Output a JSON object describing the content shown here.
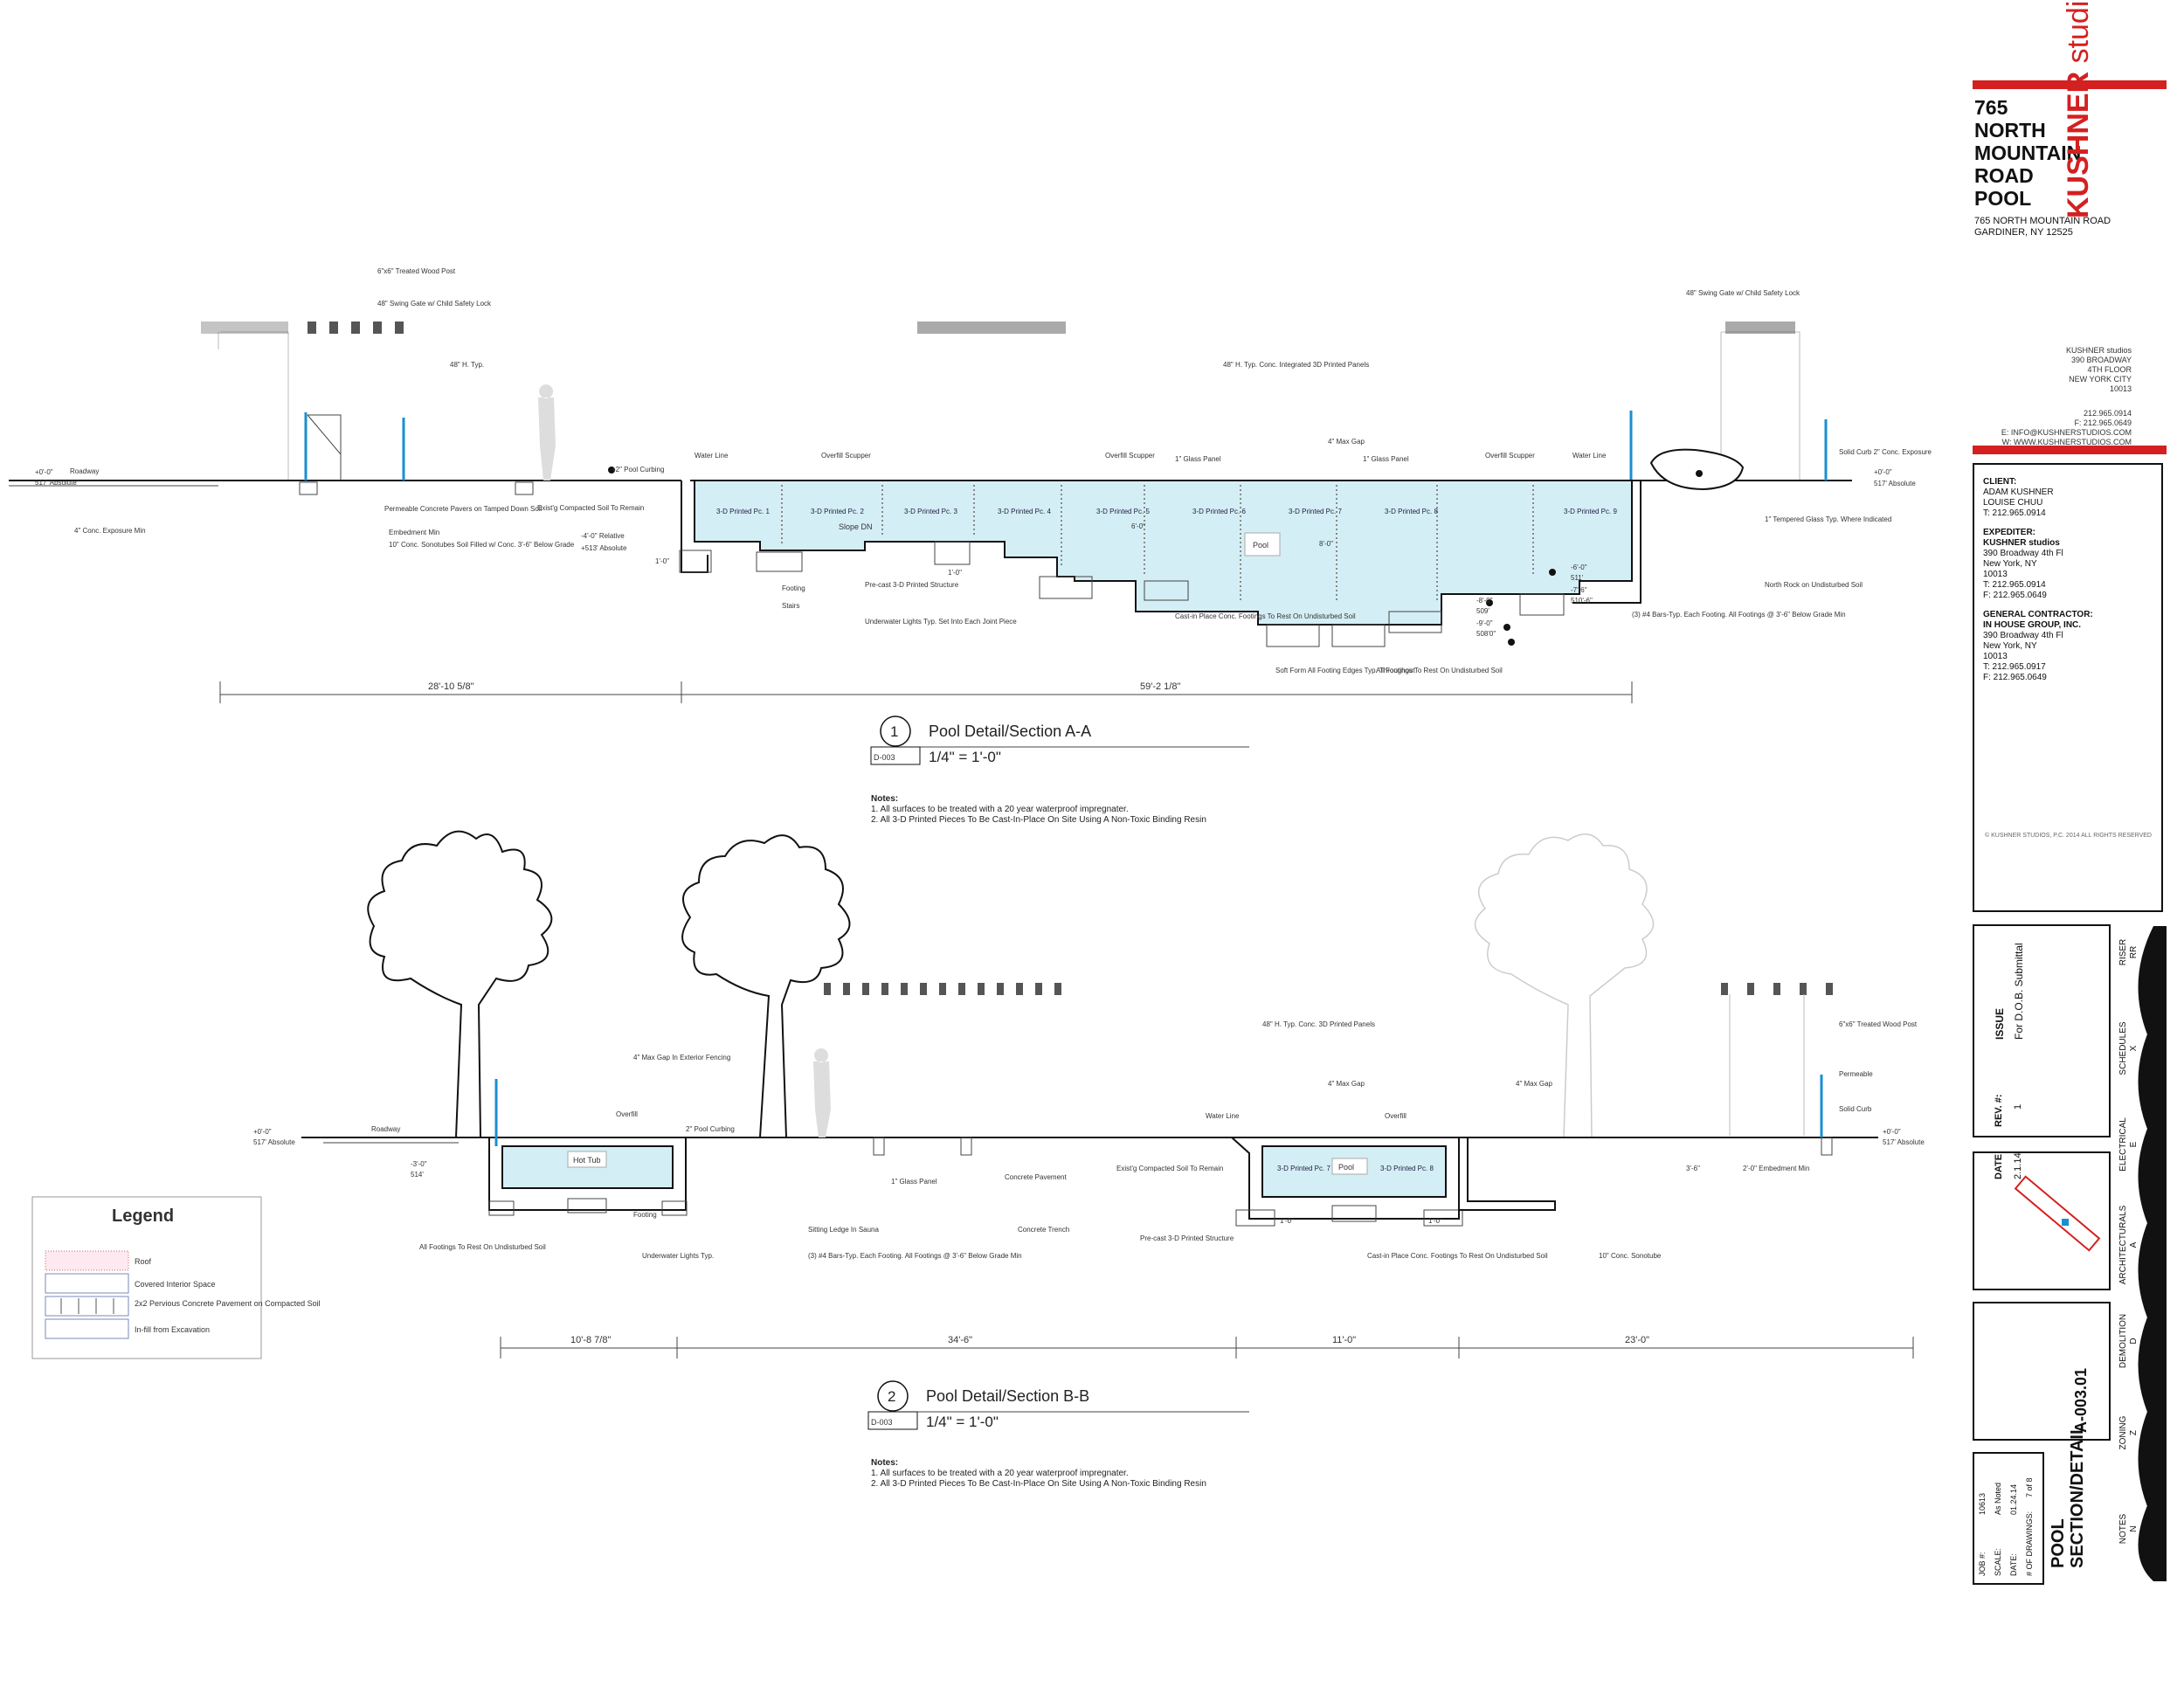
{
  "project": {
    "title_lines": [
      "765",
      "NORTH",
      "MOUNTAIN",
      "ROAD",
      "POOL"
    ],
    "address_line1": "765 NORTH MOUNTAIN ROAD",
    "address_line2": "GARDINER, NY 12525"
  },
  "brand": {
    "name_bold": "KUSHNER",
    "name_light": "studios",
    "color": "#d42020"
  },
  "firm": {
    "lines": [
      "KUSHNER studios",
      "390 BROADWAY",
      "4TH FLOOR",
      "NEW YORK CITY",
      "10013"
    ],
    "phone": "212.965.0914",
    "fax": "F: 212.965.0649",
    "email": "E: INFO@KUSHNERSTUDIOS.COM",
    "web": "W: WWW.KUSHNERSTUDIOS.COM"
  },
  "info": {
    "client_label": "CLIENT:",
    "client_lines": [
      "ADAM KUSHNER",
      "LOUISE CHUU",
      "T: 212.965.0914"
    ],
    "expediter_label": "EXPEDITER:",
    "expediter_lines": [
      "KUSHNER studios",
      "390 Broadway 4th Fl",
      "New York, NY",
      "10013",
      "T: 212.965.0914",
      "F: 212.965.0649"
    ],
    "gc_label": "GENERAL CONTRACTOR:",
    "gc_lines": [
      "IN HOUSE GROUP, INC.",
      "390 Broadway 4th Fl",
      "New York, NY",
      "10013",
      "T: 212.965.0917",
      "F: 212.965.0649"
    ],
    "copyright": "© KUSHNER STUDIOS, P.C. 2014 ALL RIGHTS RESERVED"
  },
  "issue": {
    "issue_label": "ISSUE",
    "issue_value": "For D.O.B. Submittal",
    "rev_label": "REV. #:",
    "rev_value": "1",
    "date_label": "DATE:",
    "date_value": "2.1.14"
  },
  "sheet": {
    "title": "POOL SECTION/DETAIL",
    "number": "A-003.01"
  },
  "job": {
    "job_label": "JOB #:",
    "job_value": "10613",
    "scale_label": "SCALE:",
    "scale_value": "As Noted",
    "date_label": "DATE:",
    "date_value": "01.24.14",
    "drawings_label": "# OF DRAWINGS:",
    "drawings_value": "7 of 8"
  },
  "tabs": [
    {
      "name": "RISER",
      "code": "RR"
    },
    {
      "name": "SCHEDULES",
      "code": "X"
    },
    {
      "name": "ELECTRICAL",
      "code": "E"
    },
    {
      "name": "ARCHITECTURALS",
      "code": "A"
    },
    {
      "name": "DEMOLITION",
      "code": "D"
    },
    {
      "name": "ZONING",
      "code": "Z"
    },
    {
      "name": "NOTES",
      "code": "N"
    }
  ],
  "section_a": {
    "number": "1",
    "sheet_ref": "D-003",
    "title": "Pool Detail/Section A-A",
    "scale": "1/4\" = 1'-0\"",
    "notes_title": "Notes:",
    "note1": "1. All surfaces to be treated with a 20 year waterproof impregnater.",
    "note2": "2. All 3-D Printed Pieces To Be Cast-In-Place On Site Using A Non-Toxic Binding Resin",
    "dim_left": "28'-10 5/8\"",
    "dim_right": "59'-2 1/8\"",
    "pieces": [
      "3-D Printed Pc. 1",
      "3-D Printed Pc. 2",
      "3-D Printed Pc. 3",
      "3-D Printed Pc. 4",
      "3-D Printed Pc. 5",
      "3-D Printed Pc. 6",
      "3-D Printed Pc. 7",
      "3-D Printed Pc. 8",
      "3-D Printed Pc. 9"
    ],
    "pool_label": "Pool",
    "slope_label": "Slope DN",
    "labels": {
      "wood_post": "6\"x6\" Treated Wood Post",
      "swing_gate": "48\" Swing Gate w/ Child Safety Lock",
      "h_typ": "48\" H. Typ.",
      "roadway": "Roadway",
      "rel": "+0'-0\"",
      "abs": "517' Absolute",
      "conc_exposure": "4\" Conc. Exposure Min",
      "pavers": "Permeable Concrete Pavers on Tamped Down Soil",
      "embed": "Embedment Min",
      "sonotubes": "10\" Conc. Sonotubes Soil Filled w/ Conc. 3'-6\" Below Grade",
      "compacted": "Exist'g Compacted Soil To Remain",
      "pool_curbing": "+2\" Pool Curbing",
      "rel4": "-4'-0\" Relative",
      "abs513": "+513' Absolute",
      "water_line": "Water Line",
      "overfill_scupper": "Overfill Scupper",
      "glass_panel": "1\" Glass Panel",
      "integrated_panels": "48\" H. Typ. Conc. Integrated 3D Printed Panels",
      "max_gap": "4\" Max Gap",
      "footing": "Footing",
      "stairs": "Stairs",
      "precast": "Pre-cast 3-D Printed Structure",
      "underwater": "Underwater Lights Typ. Set Into Each Joint Piece",
      "cast_in_place": "Cast-in Place Conc. Footings To Rest On Undisturbed Soil",
      "soft_form": "Soft Form All Footing Edges Typ. Throughout",
      "all_footings": "All Footings To Rest On Undisturbed Soil",
      "bars": "(3) #4 Bars-Typ. Each Footing. All Footings @ 3'-6\" Below Grade Min",
      "north_rock": "North Rock on Undisturbed Soil",
      "tempered": "1\" Tempered Glass Typ. Where Indicated",
      "solid_curb": "Solid Curb 2\" Conc. Exposure",
      "swing_gate_r": "48\" Swing Gate w/ Child Safety Lock",
      "d1": "1'-0\"",
      "d2": "1'-0\"",
      "d3": "6'-0\"",
      "d4": "8'-0\"",
      "e1": "-6'-0\"",
      "e2": "511'",
      "e3": "-7'-6\"",
      "e4": "510'-6\"",
      "e5": "-8'-0\"",
      "e6": "509'",
      "e7": "-9'-0\"",
      "e8": "508'0\""
    }
  },
  "section_b": {
    "number": "2",
    "sheet_ref": "D-003",
    "title": "Pool Detail/Section B-B",
    "scale": "1/4\" = 1'-0\"",
    "notes_title": "Notes:",
    "note1": "1. All surfaces to be treated with a 20 year waterproof impregnater.",
    "note2": "2. All 3-D Printed Pieces To Be Cast-In-Place On Site Using A Non-Toxic Binding Resin",
    "dims": [
      "10'-8 7/8\"",
      "34'-6\"",
      "11'-0\"",
      "23'-0\""
    ],
    "hot_tub": "Hot Tub",
    "pool_label": "Pool",
    "pc7": "3-D Printed Pc. 7",
    "pc8": "3-D Printed Pc. 8",
    "labels": {
      "roadway": "Roadway",
      "rel": "+0'-0\"",
      "abs": "517' Absolute",
      "rel3": "-3'-0\"",
      "abs514": "514'",
      "max_gap_fence": "4\" Max Gap In Exterior Fencing",
      "overfill": "Overfill",
      "pool_curbing": "2\" Pool Curbing",
      "footing": "Footing",
      "all_footings": "All Footings To Rest On Undisturbed Soil",
      "underwater": "Underwater Lights Typ.",
      "sitting_ledge": "Sitting Ledge In Sauna",
      "bars": "(3) #4 Bars-Typ. Each Footing. All Footings @ 3'-6\" Below Grade Min",
      "glass_panel": "1\" Glass Panel",
      "concrete_pavement": "Concrete Pavement",
      "concrete_trench": "Concrete Trench",
      "compacted": "Exist'g Compacted Soil To Remain",
      "precast": "Pre-cast 3-D Printed Structure",
      "panels": "48\" H. Typ. Conc. 3D Printed Panels",
      "max_gap": "4\" Max Gap",
      "max_gap2": "4\" Max Gap",
      "water_line": "Water Line",
      "overfill2": "Overfill",
      "cast_in_place": "Cast-in Place Conc. Footings To Rest On Undisturbed Soil",
      "sonotube": "10\" Conc. Sonotube",
      "embed": "2'-0\" Embedment Min",
      "wood_post": "6\"x6\" Treated Wood Post",
      "permeable": "Permeable",
      "solid_curb": "Solid Curb",
      "d36": "3'-6\"",
      "d10a": "1'-0\"",
      "d10b": "1'-0\""
    }
  },
  "legend": {
    "title": "Legend",
    "items": [
      "Roof",
      "Covered Interior Space",
      "2x2 Pervious Concrete Pavement on Compacted Soil",
      "In-fill from Excavation"
    ]
  }
}
